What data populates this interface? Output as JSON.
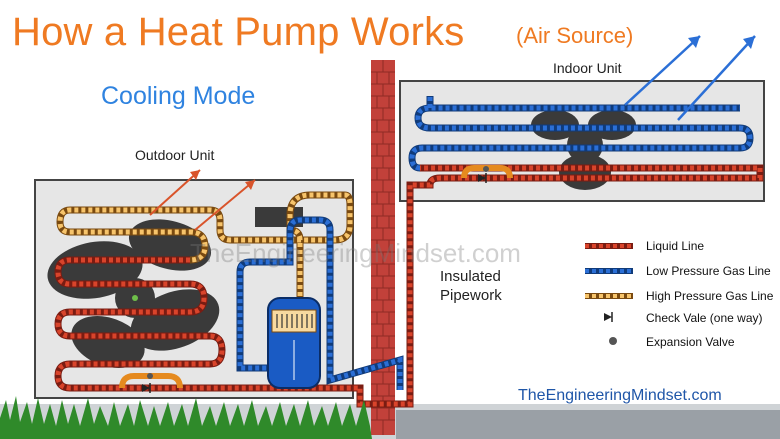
{
  "title": "How a Heat Pump Works",
  "subtitle": "(Air Source)",
  "mode": "Cooling Mode",
  "labels": {
    "outdoor_unit": "Outdoor Unit",
    "indoor_unit": "Indoor Unit",
    "pipework_line1": "Insulated",
    "pipework_line2": "Pipework"
  },
  "legend": {
    "liquid": "Liquid Line",
    "low_pressure": "Low Pressure Gas Line",
    "high_pressure": "High Pressure Gas Line",
    "check_valve": "Check Vale (one way)",
    "expansion_valve": "Expansion Valve"
  },
  "watermark": "TheEngineeringMindset.com",
  "site": "TheEngineeringMindset.com",
  "colors": {
    "title_orange": "#ef7a22",
    "mode_blue": "#2f83e0",
    "liquid_red": "#d9442b",
    "low_blue": "#2b6fd6",
    "high_yellow": "#f7c46b",
    "brick": "#c2413a",
    "unit_grey": "#e6e6e6",
    "fan_dark": "#3a3a3a",
    "grass": "#2f8a2a"
  }
}
